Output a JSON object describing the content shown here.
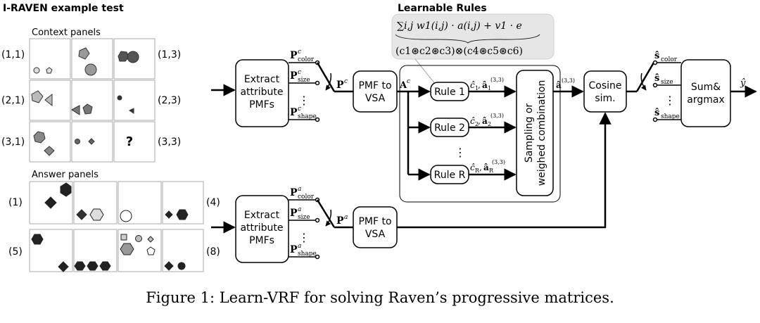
{
  "left": {
    "title": "I-RAVEN example test",
    "context_label": "Context panels",
    "answer_label": "Answer panels",
    "context_coords": {
      "r1_left": "(1,1)",
      "r1_right": "(1,3)",
      "r2_left": "(2,1)",
      "r2_right": "(2,3)",
      "r3_left": "(3,1)",
      "r3_right": "(3,3)"
    },
    "question_mark": "?",
    "answer_indices": {
      "a1": "(1)",
      "a4": "(4)",
      "a5": "(5)",
      "a8": "(8)"
    }
  },
  "learnable": {
    "title": "Learnable Rules",
    "formula1": "∑i,j w1(i,j) · a(i,j) + v1 · e",
    "formula2": "(c1⊛c2⊛c3)⊗(c4⊛c5⊛c6)"
  },
  "blocks": {
    "extract_context": [
      "Extract",
      "attribute",
      "PMFs"
    ],
    "extract_answer": [
      "Extract",
      "attribute",
      "PMFs"
    ],
    "pmf_context": [
      "PMF to",
      "VSA"
    ],
    "pmf_answer": [
      "PMF to",
      "VSA"
    ],
    "rule1": "Rule 1",
    "rule2": "Rule 2",
    "ruleR": "Rule R",
    "sampling": [
      "Sampling or",
      "weighed combination"
    ],
    "cosine": [
      "Cosine",
      "sim."
    ],
    "sumargmax": [
      "Sum&",
      "argmax"
    ],
    "dots": "⋮"
  },
  "signals": {
    "p": "P",
    "a": "A",
    "a_hat": "â",
    "s_hat": "ŝ",
    "c_hat": "ĉ",
    "y_hat": "ŷ",
    "sup_c": "c",
    "sup_a": "a",
    "sup_33": "(3,3)",
    "sub_color": "color",
    "sub_size": "size",
    "sub_shape": "shape",
    "sub_1": "1",
    "sub_2": "2",
    "sub_R": "R"
  },
  "caption": "Figure 1: Learn-VRF for solving Raven’s progressive matrices."
}
